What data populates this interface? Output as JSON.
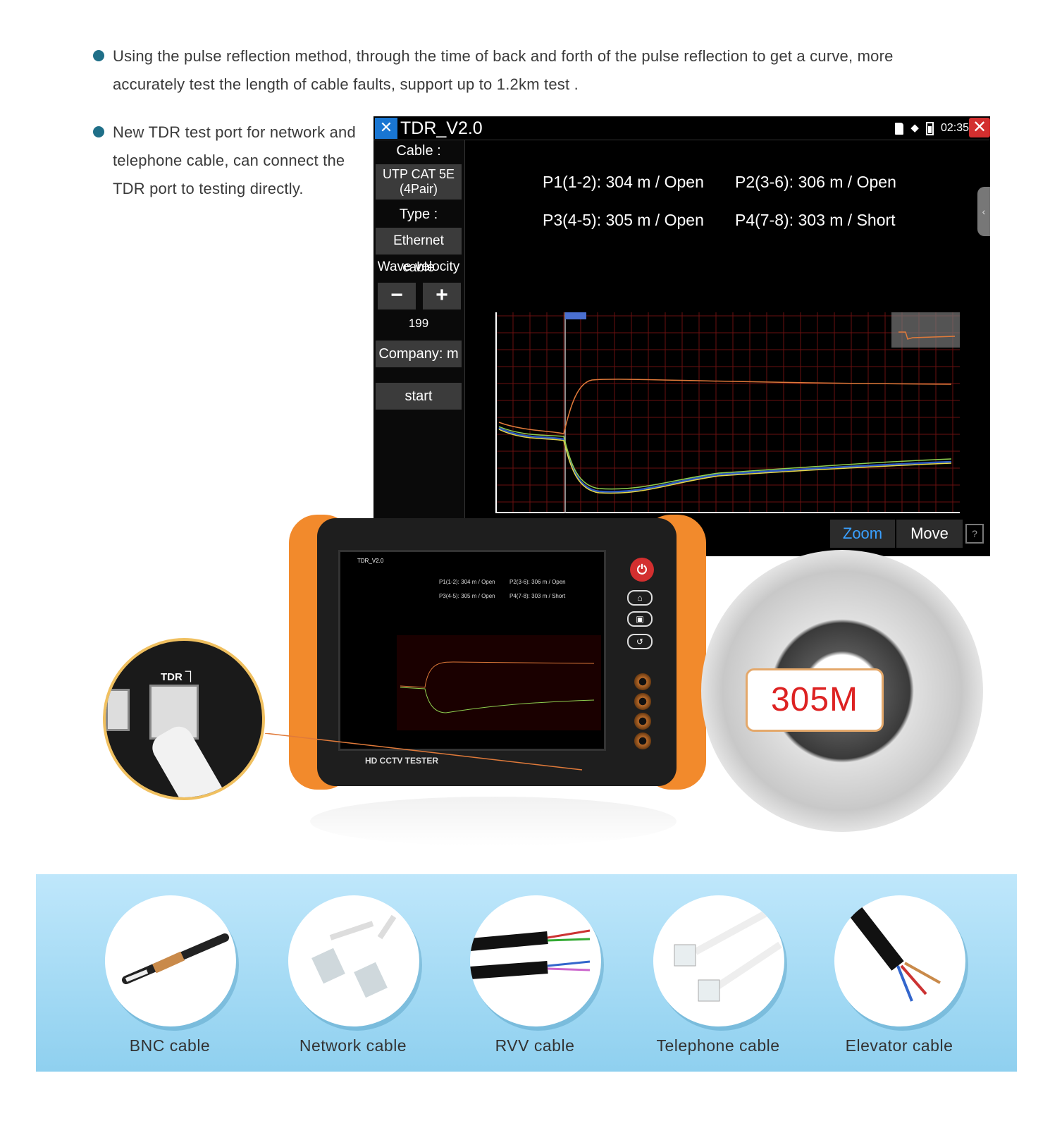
{
  "bullets": [
    "Using the pulse reflection method, through the time of back and forth of the pulse reflection to get a curve, more accurately test the length of cable faults, support up to 1.2km test .",
    "New TDR test port for network and telephone cable, can connect the TDR port to testing directly."
  ],
  "screen": {
    "title": "TDR_V2.0",
    "time": "02:35",
    "sidebar": {
      "cable_label": "Cable  :",
      "cable_value_line1": "UTP CAT 5E",
      "cable_value_line2": "(4Pair)",
      "type_label": "Type    :",
      "type_value": "Ethernet cable",
      "velocity_label": "Wave velocity",
      "minus": "−",
      "plus": "+",
      "velocity_value": "199",
      "company": "Company:  m",
      "start": "start"
    },
    "results": [
      {
        "pair": "P1(1-2):",
        "length": "304 m /",
        "status": "Open"
      },
      {
        "pair": "P2(3-6):",
        "length": "306 m /",
        "status": "Open"
      },
      {
        "pair": "P3(4-5):",
        "length": "305 m /",
        "status": "Open"
      },
      {
        "pair": "P4(7-8):",
        "length": "303 m /",
        "status": "Short"
      }
    ],
    "zoom": "Zoom",
    "move": "Move"
  },
  "device": {
    "label": "HD CCTV TESTER",
    "port_label": "TDR ⏋"
  },
  "coil_length": "305M",
  "cable_types": [
    "BNC cable",
    "Network cable",
    "RVV cable",
    "Telephone cable",
    "Elevator cable"
  ],
  "colors": {
    "accent_blue": "#1f6f88",
    "device_orange": "#f28a2c",
    "trace_orange": "#e07a3a",
    "trace_blue": "#2b59c3",
    "trace_green": "#8fcf4f",
    "trace_yellow": "#e6d84a",
    "badge_red": "#dd2222"
  },
  "icons": [
    "close-icon",
    "sd-card-icon",
    "wifi-icon",
    "battery-icon",
    "power-icon",
    "home-icon",
    "help-icon"
  ]
}
